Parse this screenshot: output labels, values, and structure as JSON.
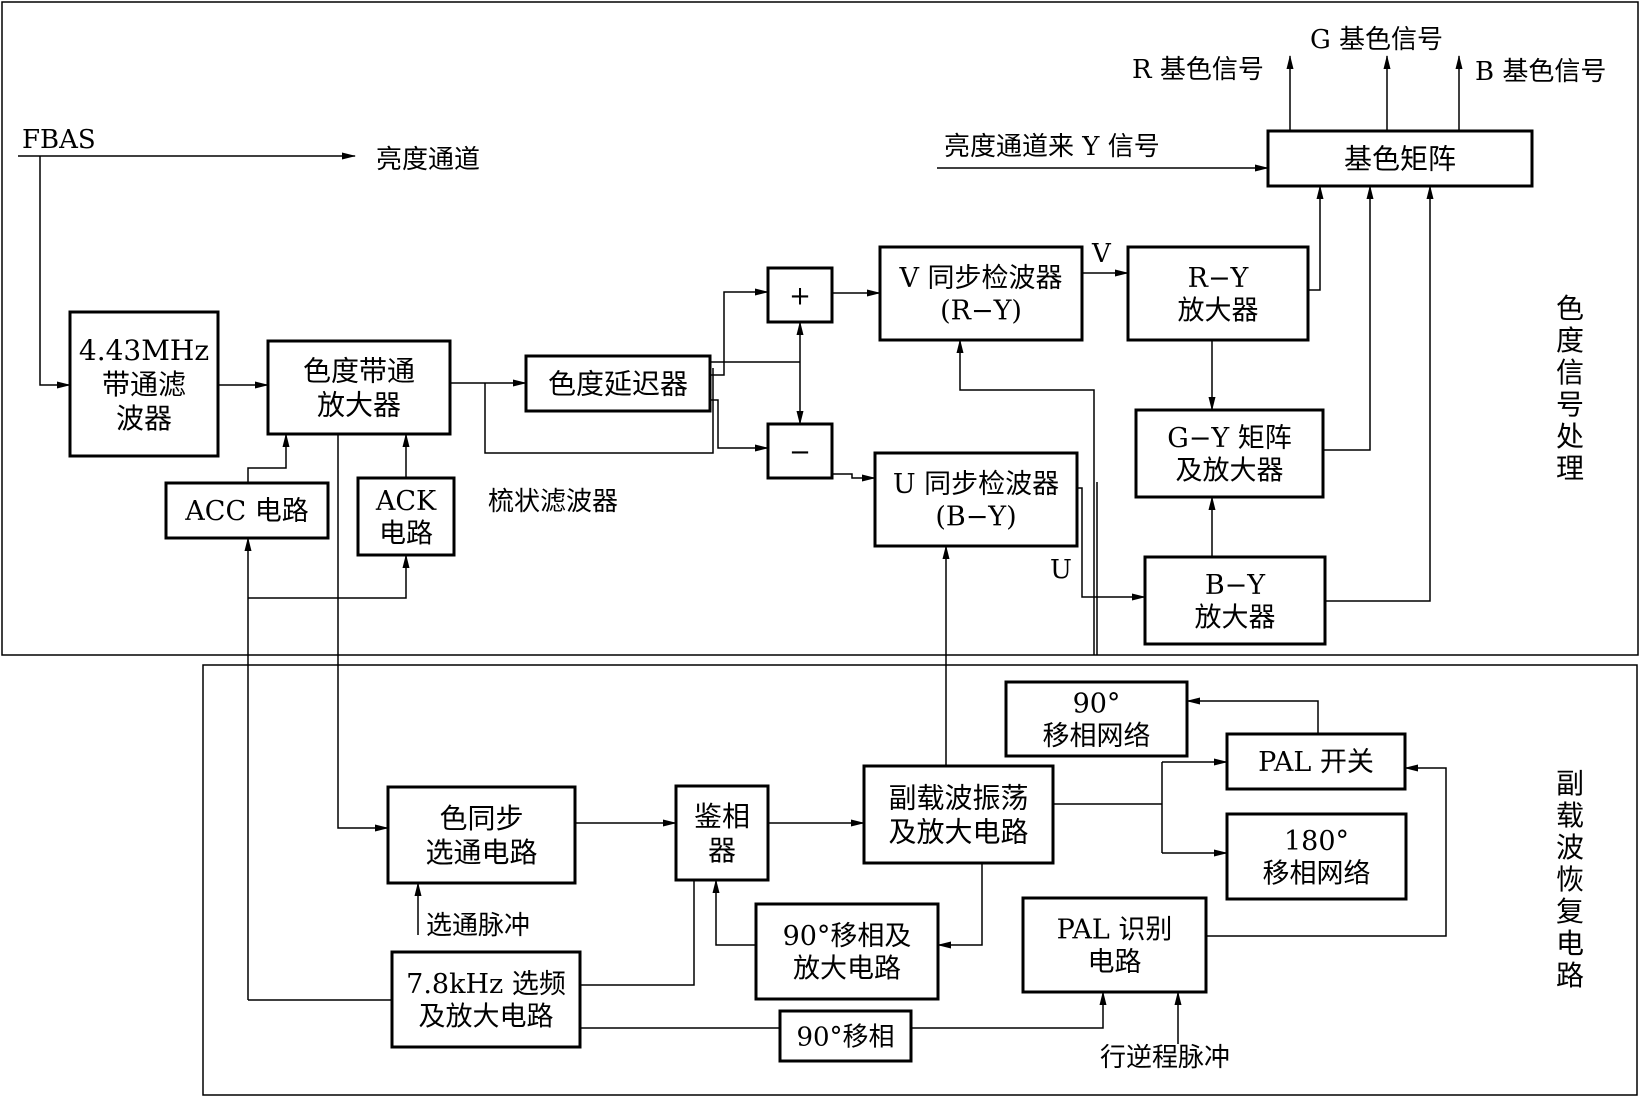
{
  "sections": {
    "chroma": "色度信号处理",
    "subcarrier": "副载波恢复电路"
  },
  "inputs": {
    "fbas": "FBAS",
    "luma_channel": "亮度通道",
    "luma_y": "亮度通道来 Y 信号",
    "gate_pulse": "选通脉冲",
    "flyback_pulse": "行逆程脉冲"
  },
  "outputs": {
    "r": "R 基色信号",
    "g": "G 基色信号",
    "b": "B 基色信号"
  },
  "signals": {
    "v": "V",
    "u": "U",
    "comb": "梳状滤波器"
  },
  "blocks": {
    "bpf": [
      "4.43MHz",
      "带通滤",
      "波器"
    ],
    "chroma_amp": [
      "色度带通",
      "放大器"
    ],
    "delay": [
      "色度延迟器"
    ],
    "plus": [
      "+"
    ],
    "minus": [
      "−"
    ],
    "v_det": [
      "V 同步检波器",
      "(R−Y)"
    ],
    "u_det": [
      "U 同步检波器",
      "(B−Y)"
    ],
    "ry_amp": [
      "R−Y",
      "放大器"
    ],
    "gy_mat": [
      "G−Y 矩阵",
      "及放大器"
    ],
    "by_amp": [
      "B−Y",
      "放大器"
    ],
    "matrix": [
      "基色矩阵"
    ],
    "acc": [
      "ACC 电路"
    ],
    "ack": [
      "ACK",
      "电路"
    ],
    "burst_gate": [
      "色同步",
      "选通电路"
    ],
    "phase_det": [
      "鉴相",
      "器"
    ],
    "osc": [
      "副载波振荡",
      "及放大电路"
    ],
    "ps90_net": [
      "90°",
      "移相网络"
    ],
    "pal_switch": [
      "PAL 开关"
    ],
    "ps180_net": [
      "180°",
      "移相网络"
    ],
    "ps90_amp": [
      "90°移相及",
      "放大电路"
    ],
    "pal_ident": [
      "PAL 识别",
      "电路"
    ],
    "sel78": [
      "7.8kHz 选频",
      "及放大电路"
    ],
    "ps90": [
      "90°移相"
    ]
  }
}
